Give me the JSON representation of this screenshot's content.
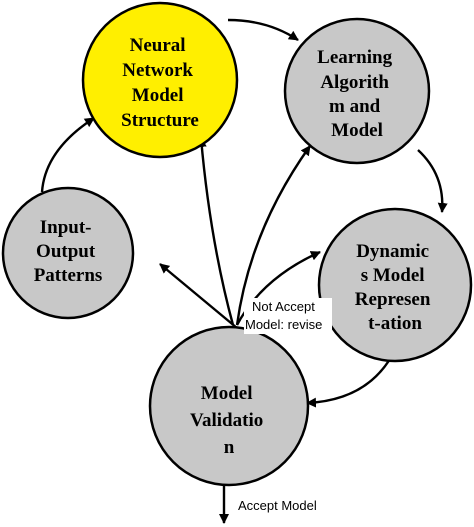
{
  "colors": {
    "highlight": "#ffef00",
    "node_fill": "#c8c8c8",
    "line": "#000000"
  },
  "nodes": {
    "neural_network": {
      "lines": [
        "Neural",
        "Network",
        "Model",
        "Structure"
      ],
      "highlighted": true
    },
    "learning_algorithm": {
      "lines": [
        "Learning",
        "Algorith",
        "m and",
        "Model"
      ],
      "highlighted": false
    },
    "dynamics_model": {
      "lines": [
        "Dynamic",
        "s Model",
        "Represen",
        "t-ation"
      ],
      "highlighted": false
    },
    "model_validation": {
      "lines": [
        "Model",
        "Validatio",
        "n"
      ],
      "highlighted": false
    },
    "input_output": {
      "lines": [
        "Input-",
        "Output",
        "Patterns"
      ],
      "highlighted": false
    }
  },
  "edge_labels": {
    "not_accept_line1": "Not Accept",
    "not_accept_line2": "Model: revise",
    "accept": "Accept Model"
  }
}
